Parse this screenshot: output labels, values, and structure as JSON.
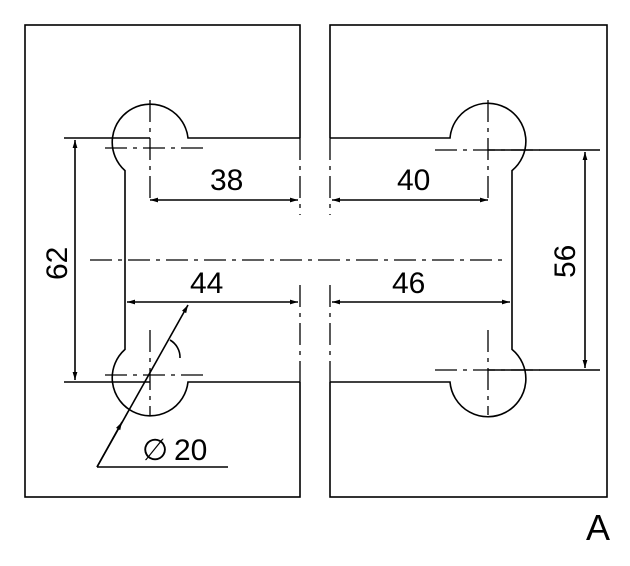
{
  "dimensions": {
    "top_left_width": "38",
    "top_right_width": "40",
    "left_height": "62",
    "right_height": "56",
    "bottom_left_width": "44",
    "bottom_right_width": "46",
    "hole_diameter": "20"
  },
  "hole_diameter_symbol": "∅",
  "view_label": "A",
  "colors": {
    "glass": "#cfe7f3",
    "line": "#000000"
  }
}
